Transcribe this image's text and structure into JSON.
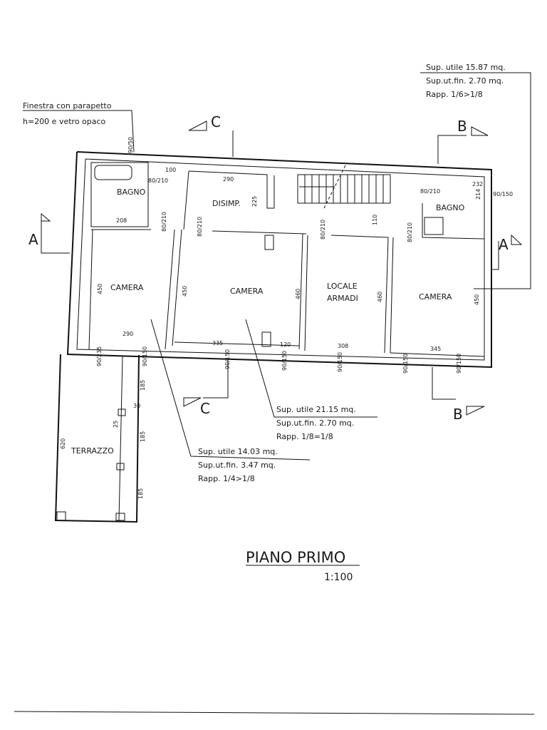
{
  "title": "PIANO PRIMO",
  "scale": "1:100",
  "window_note": {
    "line1": "Finestra con parapetto",
    "line2": "h=200 e vetro opaco"
  },
  "sections": {
    "a_left": "A",
    "a_right": "A",
    "b_top": "B",
    "b_bottom": "B",
    "c_top": "C",
    "c_bottom": "C"
  },
  "rooms": {
    "bagno_left": "BAGNO",
    "disimp": "DISIMP.",
    "camera_1": "CAMERA",
    "camera_2": "CAMERA",
    "locale_armadi_1": "LOCALE",
    "locale_armadi_2": "ARMADI",
    "bagno_right": "BAGNO",
    "camera_3": "CAMERA",
    "terrazzo": "TERRAZZO"
  },
  "surface_notes": [
    {
      "utile": "Sup. utile 15.87 mq.",
      "fin": "Sup.ut.fin. 2.70 mq.",
      "rapp": "Rapp. 1/6>1/8"
    },
    {
      "utile": "Sup. utile 21.15 mq.",
      "fin": "Sup.ut.fin. 2.70 mq.",
      "rapp": "Rapp. 1/8=1/8"
    },
    {
      "utile": "Sup. utile 14.03 mq.",
      "fin": "Sup.ut.fin. 3.47 mq.",
      "rapp": "Rapp. 1/4>1/8"
    }
  ],
  "dims": {
    "d100": "100",
    "d290a": "290",
    "d225": "225",
    "d110": "110",
    "d450a": "450",
    "d450b": "450",
    "d460a": "460",
    "d460b": "460",
    "d450c": "450",
    "d290b": "290",
    "d335": "335",
    "d120": "120",
    "d308": "308",
    "d345": "345",
    "d620": "620",
    "d185a": "185",
    "d185b": "185",
    "d185c": "185",
    "d30": "30",
    "d25": "25",
    "d208": "208",
    "d232": "232",
    "d214": "214",
    "door": "80/210",
    "win_a": "90/150",
    "win_b": "90/235",
    "win_top": "90/50"
  }
}
